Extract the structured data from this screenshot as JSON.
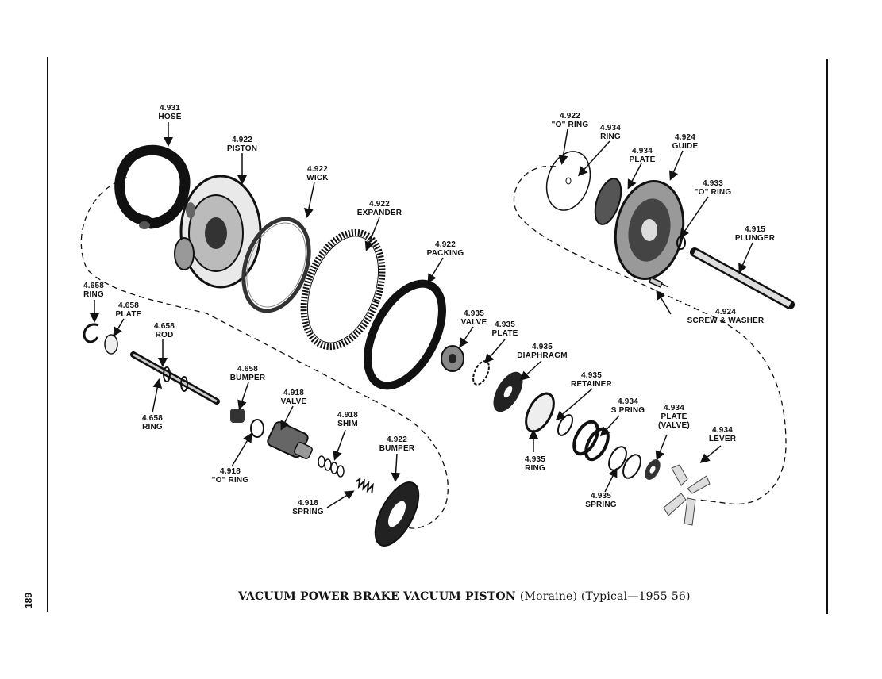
{
  "caption": {
    "main": "VACUUM POWER BRAKE VACUUM PISTON",
    "sub": "(Moraine) (Typical—1955-56)"
  },
  "page_number": "189",
  "labels": [
    {
      "id": "hose-4931",
      "number": "4.931",
      "name": "HOSE"
    },
    {
      "id": "piston-4922",
      "number": "4.922",
      "name": "PISTON"
    },
    {
      "id": "wick-4922",
      "number": "4.922",
      "name": "WICK"
    },
    {
      "id": "expander-4922",
      "number": "4.922",
      "name": "EXPANDER"
    },
    {
      "id": "packing-4922",
      "number": "4.922",
      "name": "PACKING"
    },
    {
      "id": "ring-4658-top",
      "number": "4.658",
      "name": "RING"
    },
    {
      "id": "plate-4658",
      "number": "4.658",
      "name": "PLATE"
    },
    {
      "id": "rod-4658",
      "number": "4.658",
      "name": "ROD"
    },
    {
      "id": "ring-4658-bottom",
      "number": "4.658",
      "name": "RING"
    },
    {
      "id": "bumper-4658",
      "number": "4.658",
      "name": "BUMPER"
    },
    {
      "id": "valve-4918",
      "number": "4.918",
      "name": "VALVE"
    },
    {
      "id": "shim-4918",
      "number": "4.918",
      "name": "SHIM"
    },
    {
      "id": "oring-4918",
      "number": "4.918",
      "name": "\"O\" RING"
    },
    {
      "id": "spring-4918",
      "number": "4.918",
      "name": "SPRING"
    },
    {
      "id": "bumper-4922",
      "number": "4.922",
      "name": "BUMPER"
    },
    {
      "id": "valve-4935",
      "number": "4.935",
      "name": "VALVE"
    },
    {
      "id": "plate-4935",
      "number": "4.935",
      "name": "PLATE"
    },
    {
      "id": "diaphragm-4935",
      "number": "4.935",
      "name": "DIAPHRAGM"
    },
    {
      "id": "retainer-4935",
      "number": "4.935",
      "name": "RETAINER"
    },
    {
      "id": "ring-4935",
      "number": "4.935",
      "name": "RING"
    },
    {
      "id": "spring-4934",
      "number": "4.934",
      "name": "S PRING"
    },
    {
      "id": "plate-valve-4934",
      "number": "4.934",
      "name": "PLATE",
      "extra": "(VALVE)"
    },
    {
      "id": "spring-4935",
      "number": "4.935",
      "name": "SPRING"
    },
    {
      "id": "lever-4934",
      "number": "4.934",
      "name": "LEVER"
    },
    {
      "id": "oring-4922",
      "number": "4.922",
      "name": "\"O\" RING"
    },
    {
      "id": "ring-4934",
      "number": "4.934",
      "name": "RING"
    },
    {
      "id": "plate-4934",
      "number": "4.934",
      "name": "PLATE"
    },
    {
      "id": "guide-4924",
      "number": "4.924",
      "name": "GUIDE"
    },
    {
      "id": "oring-4933",
      "number": "4.933",
      "name": "\"O\" RING"
    },
    {
      "id": "plunger-4915",
      "number": "4.915",
      "name": "PLUNGER"
    },
    {
      "id": "screw-washer-4924",
      "number": "4.924",
      "name": "SCREW & WASHER"
    }
  ]
}
